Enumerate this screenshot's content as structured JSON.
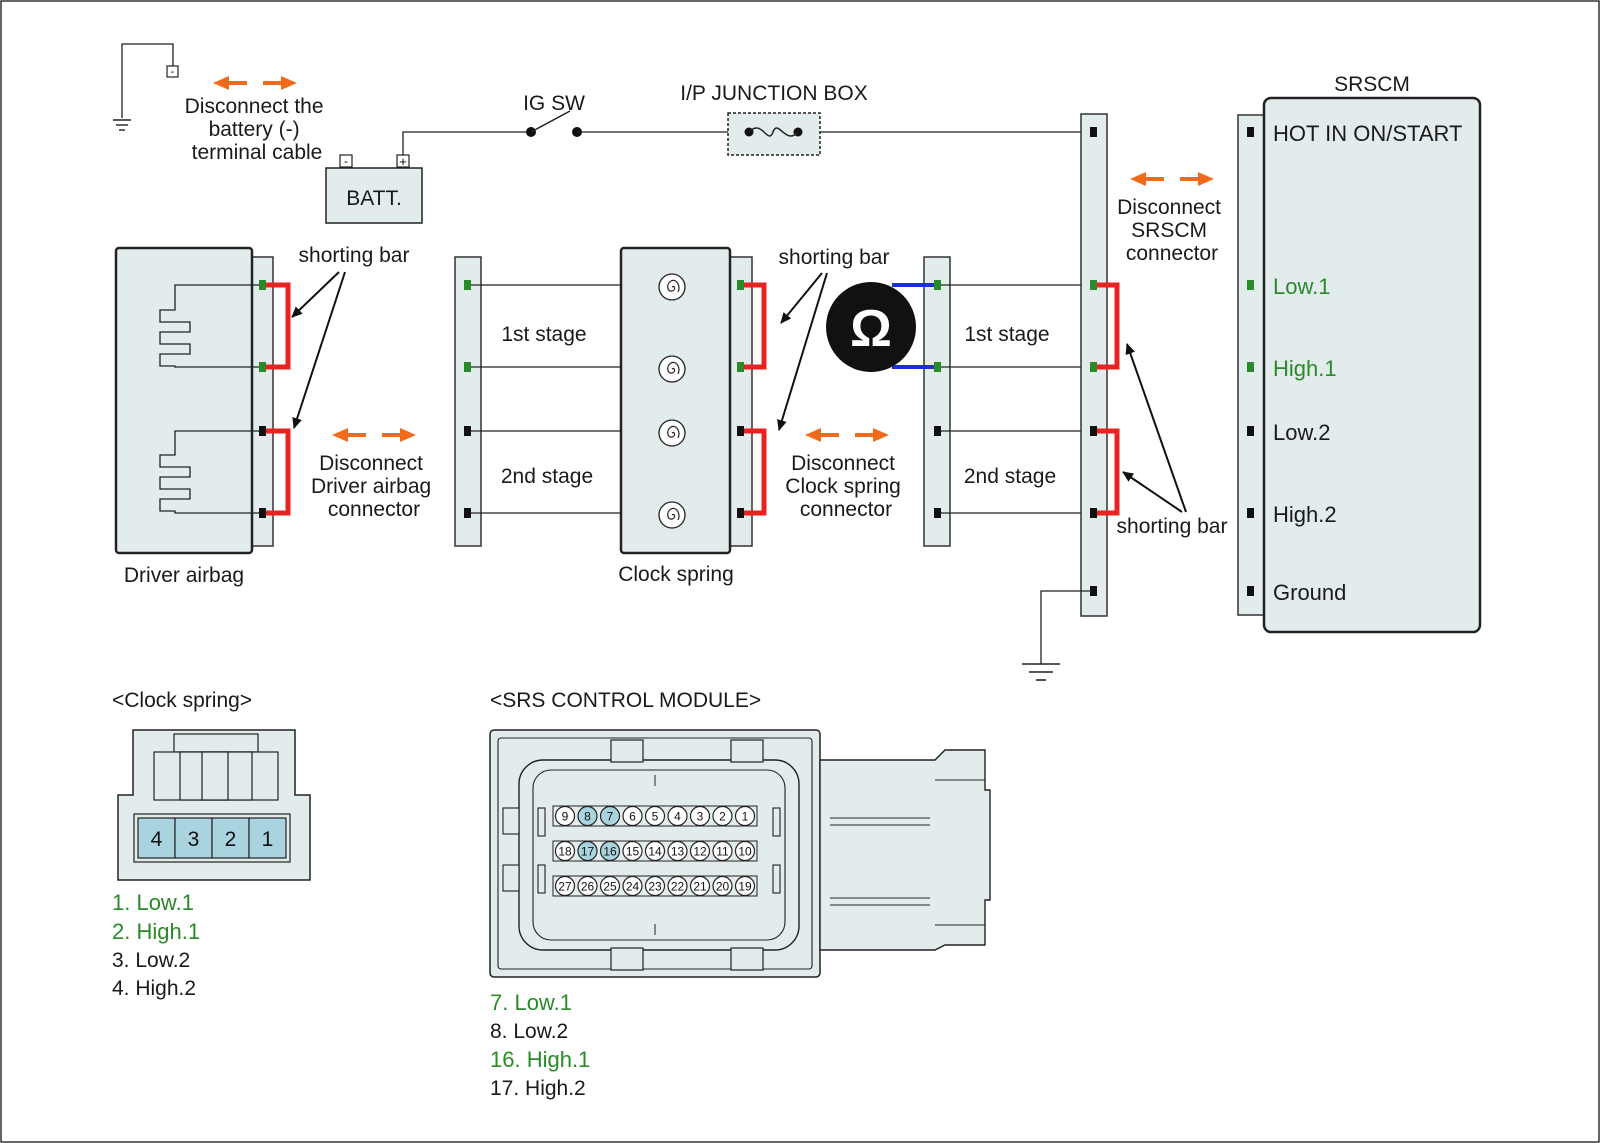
{
  "colors": {
    "orange": "#f26a1b",
    "green": "#2a8a2a",
    "red": "#e8231f",
    "blue": "#1a2fd6",
    "fill": "#e3ecec",
    "pin_highlight": "#a9d3de"
  },
  "labels": {
    "disconnect_battery": [
      "Disconnect the",
      "battery (-)",
      "terminal cable"
    ],
    "ig_sw": "IG SW",
    "junction_box": "I/P JUNCTION BOX",
    "batt": "BATT.",
    "srscm": "SRSCM",
    "disconnect_srscm": [
      "Disconnect",
      "SRSCM",
      "connector"
    ],
    "shorting_bar": "shorting bar",
    "stage1": "1st stage",
    "stage2": "2nd stage",
    "disconnect_airbag": [
      "Disconnect",
      "Driver airbag",
      "connector"
    ],
    "disconnect_clock": [
      "Disconnect",
      "Clock spring",
      "connector"
    ],
    "driver_airbag": "Driver airbag",
    "clock_spring": "Clock spring",
    "ohm_symbol": "Ω",
    "battery_minus": "-",
    "battery_plus": "+"
  },
  "srscm_terminals": [
    "HOT IN ON/START",
    "Low.1",
    "High.1",
    "Low.2",
    "High.2",
    "Ground"
  ],
  "clock_spring_connector": {
    "title": "<Clock spring>",
    "pins": [
      "4",
      "3",
      "2",
      "1"
    ],
    "legend": [
      "1. Low.1",
      "2. High.1",
      "3. Low.2",
      "4. High.2"
    ]
  },
  "srs_module_connector": {
    "title": "<SRS CONTROL MODULE>",
    "rows": [
      [
        "9",
        "8",
        "7",
        "6",
        "5",
        "4",
        "3",
        "2",
        "1"
      ],
      [
        "18",
        "17",
        "16",
        "15",
        "14",
        "13",
        "12",
        "11",
        "10"
      ],
      [
        "27",
        "26",
        "25",
        "24",
        "23",
        "22",
        "21",
        "20",
        "19"
      ]
    ],
    "highlighted": [
      "8",
      "7",
      "17",
      "16"
    ],
    "legend": [
      "7. Low.1",
      "8. Low.2",
      "16. High.1",
      "17. High.2"
    ]
  }
}
